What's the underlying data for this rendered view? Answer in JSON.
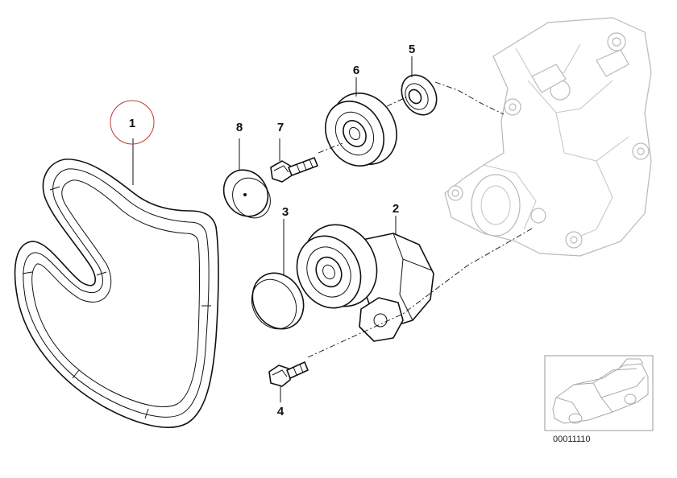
{
  "callouts": [
    {
      "id": "1",
      "label": "1"
    },
    {
      "id": "2",
      "label": "2"
    },
    {
      "id": "3",
      "label": "3"
    },
    {
      "id": "4",
      "label": "4"
    },
    {
      "id": "5",
      "label": "5"
    },
    {
      "id": "6",
      "label": "6"
    },
    {
      "id": "7",
      "label": "7"
    },
    {
      "id": "8",
      "label": "8"
    }
  ],
  "highlighted_callout": "1",
  "highlight_color": "#c0392b",
  "line_color": "#111111",
  "ghost_color": "#b9b9b9",
  "reference_number": "00011110",
  "icons": [
    "drive-belt-icon",
    "belt-tensioner-icon",
    "idler-pulley-icon",
    "sedan-car-icon"
  ]
}
